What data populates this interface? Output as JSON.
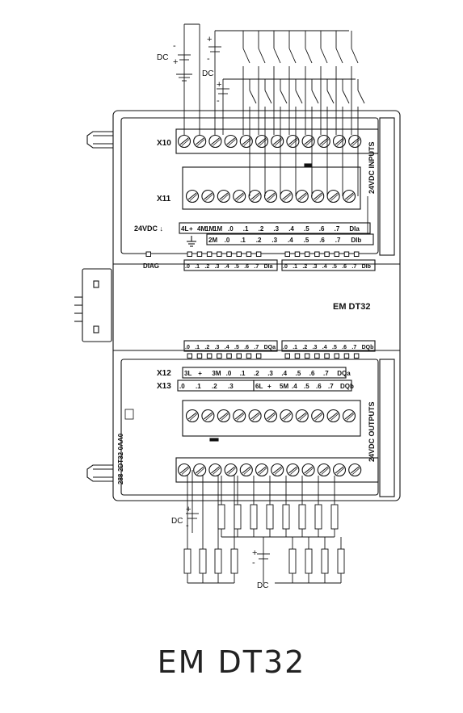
{
  "module": {
    "name": "EM  DT32",
    "caption": "EM DT32",
    "order_number": "288-2DT32-0AA0",
    "input_side_label": "24VDC INPUTS",
    "output_side_label": "24VDC OUTPUTS",
    "diag_label": "DIAG",
    "input_supply_label": "24VDC"
  },
  "connectors": {
    "x10": "X10",
    "x11": "X11",
    "x12": "X12",
    "x13": "X13"
  },
  "inputs": {
    "row1": [
      "4L",
      "+",
      "4M",
      "1M",
      "1M",
      ".0",
      ".1",
      ".2",
      ".3",
      ".4",
      ".5",
      ".6",
      ".7",
      "DIa"
    ],
    "row2": [
      "2M",
      ".0",
      ".1",
      ".2",
      ".3",
      ".4",
      ".5",
      ".6",
      ".7",
      "DIb"
    ],
    "led_a": [
      ".0",
      ".1",
      ".2",
      ".3",
      ".4",
      ".5",
      ".6",
      ".7",
      "DIa"
    ],
    "led_b": [
      ".0",
      ".1",
      ".2",
      ".3",
      ".4",
      ".5",
      ".6",
      ".7",
      "DIb"
    ]
  },
  "outputs": {
    "led_a": [
      ".0",
      ".1",
      ".2",
      ".3",
      ".4",
      ".5",
      ".6",
      ".7",
      "DQa"
    ],
    "led_b": [
      ".0",
      ".1",
      ".2",
      ".3",
      ".4",
      ".5",
      ".6",
      ".7",
      "DQb"
    ],
    "row_x12": [
      "3L",
      "+",
      "3M",
      ".0",
      ".1",
      ".2",
      ".3",
      ".4",
      ".5",
      ".6",
      ".7",
      "DQa"
    ],
    "row_x13_left": [
      ".0",
      ".1",
      ".2",
      ".3"
    ],
    "row_x13_right": [
      "6L",
      "+",
      "5M",
      ".4",
      ".5",
      ".6",
      ".7",
      "DQb"
    ]
  },
  "supply": {
    "dc_label": "DC",
    "plus": "+",
    "minus": "-"
  }
}
